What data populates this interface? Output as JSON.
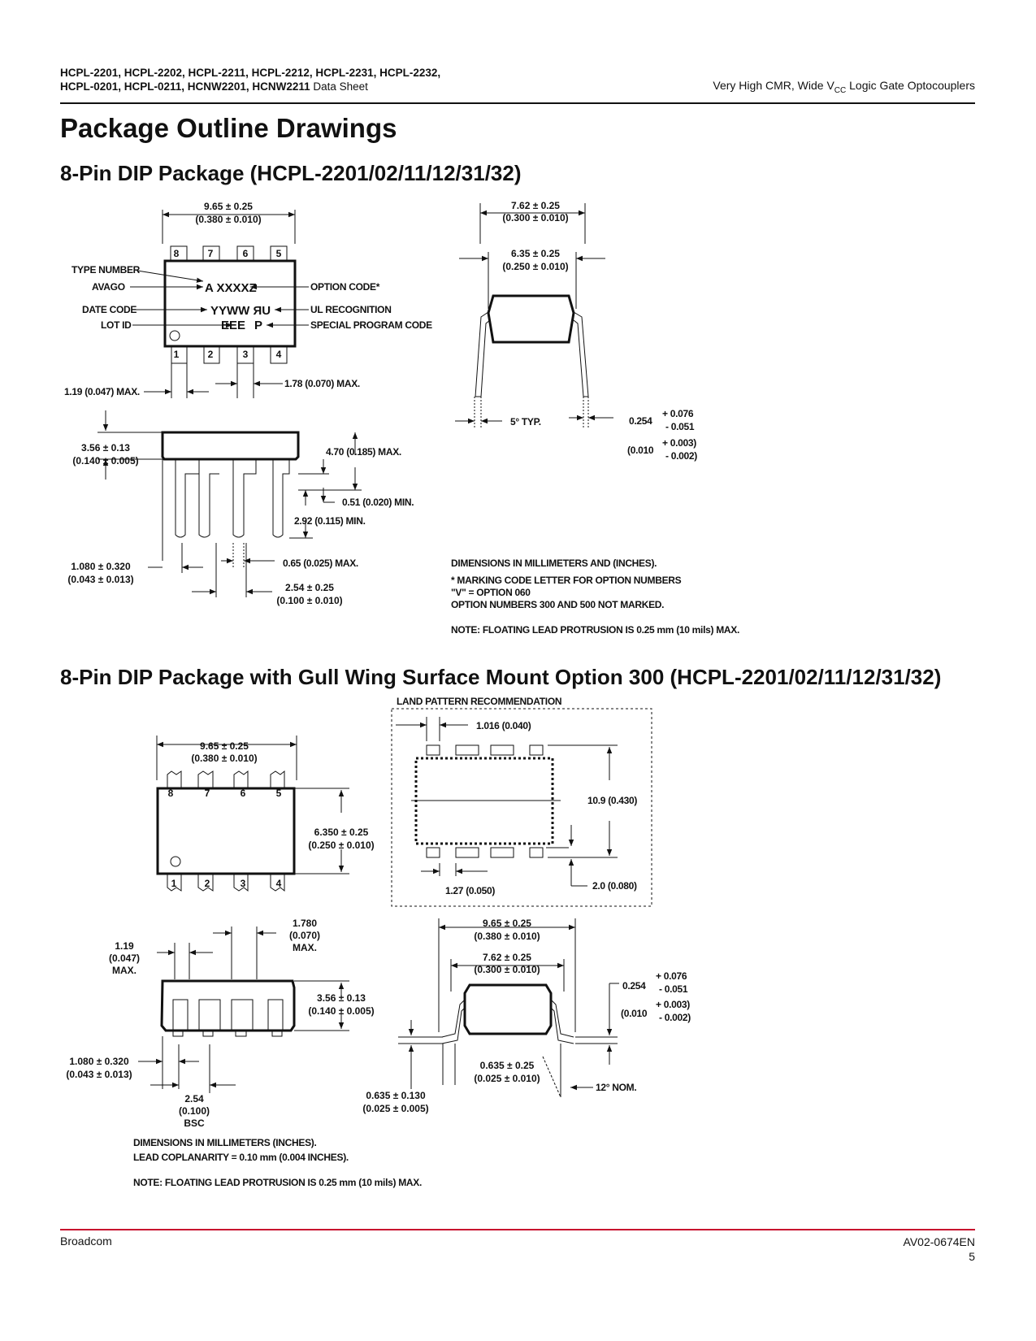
{
  "header": {
    "line1": "HCPL-2201, HCPL-2202, HCPL-2211, HCPL-2212, HCPL-2231, HCPL-2232,",
    "line2_bold": "HCPL-0201, HCPL-0211, HCNW2201, HCNW2211",
    "line2_rest": " Data Sheet",
    "right_pre": "Very High CMR, Wide V",
    "right_sub": "CC",
    "right_post": " Logic Gate Optocouplers"
  },
  "page_title": "Package Outline Drawings",
  "section1": {
    "heading": "8-Pin DIP Package (HCPL-2201/02/11/12/31/32)",
    "dims": {
      "width_top_mm": "9.65 ± 0.25",
      "width_top_in": "(0.380 ± 0.010)",
      "row_mm": "7.62 ± 0.25",
      "row_in": "(0.300 ± 0.010)",
      "body_mm": "6.35 ± 0.25",
      "body_in": "(0.250 ± 0.010)",
      "lead_max": "1.19 (0.047) MAX.",
      "lead_max2": "1.78 (0.070) MAX.",
      "height_mm": "3.56 ± 0.13",
      "height_in": "(0.140 ± 0.005)",
      "total_height": "4.70 (0.185) MAX.",
      "standoff": "0.51 (0.020) MIN.",
      "lead_len": "2.92 (0.115) MIN.",
      "lead_w_mm": "1.080 ± 0.320",
      "lead_w_in": "(0.043 ± 0.013)",
      "lead_tip": "0.65 (0.025) MAX.",
      "pitch_mm": "2.54 ± 0.25",
      "pitch_in": "(0.100 ± 0.010)",
      "angle": "5° TYP.",
      "thick": "0.254",
      "thick_plus": "+ 0.076",
      "thick_minus": "- 0.051",
      "thick_in": "(0.010",
      "thick_in_plus": "+ 0.003)",
      "thick_in_minus": "- 0.002)"
    },
    "marking": {
      "type_number": "TYPE NUMBER",
      "avago": "AVAGO",
      "date_code": "DATE CODE",
      "lot_id": "LOT ID",
      "line1": "A XXXXZ",
      "line2": "YYWW ЯU",
      "line3a": "EEE",
      "line3b": "P",
      "option_code": "OPTION CODE*",
      "ul": "UL RECOGNITION",
      "special": "SPECIAL PROGRAM CODE"
    },
    "pins_top": [
      "8",
      "7",
      "6",
      "5"
    ],
    "pins_bottom": [
      "1",
      "2",
      "3",
      "4"
    ],
    "notes": {
      "n1": "DIMENSIONS IN MILLIMETERS AND (INCHES).",
      "n2": "* MARKING CODE LETTER FOR OPTION NUMBERS",
      "n3": "\"V\" = OPTION 060",
      "n4": "OPTION NUMBERS 300 AND 500 NOT MARKED.",
      "n5": "NOTE: FLOATING LEAD PROTRUSION IS 0.25 mm (10 mils) MAX."
    }
  },
  "section2": {
    "heading": "8-Pin DIP Package with Gull Wing Surface Mount Option 300 (HCPL-2201/02/11/12/31/32)",
    "land": {
      "title": "LAND PATTERN RECOMMENDATION",
      "pad_w": "1.016 (0.040)",
      "span": "10.9 (0.430)",
      "pitch": "1.27 (0.050)",
      "pad_l": "2.0 (0.080)"
    },
    "dims": {
      "width_mm": "9.65 ± 0.25",
      "width_in": "(0.380 ± 0.010)",
      "body_mm": "6.350 ± 0.25",
      "body_in": "(0.250 ± 0.010)",
      "lead_a": "1.780",
      "lead_b": "(0.070)",
      "lead_c": "MAX.",
      "lw_a": "1.19",
      "lw_b": "(0.047)",
      "lw_c": "MAX.",
      "height_mm": "3.56 ± 0.13",
      "height_in": "(0.140 ± 0.005)",
      "lead_w_mm": "1.080 ± 0.320",
      "lead_w_in": "(0.043 ± 0.013)",
      "pitch_a": "2.54",
      "pitch_b": "(0.100)",
      "pitch_c": "BSC",
      "outer_mm": "9.65 ± 0.25",
      "outer_in": "(0.380 ± 0.010)",
      "row_mm": "7.62 ± 0.25",
      "row_in": "(0.300 ± 0.010)",
      "thick": "0.254",
      "thick_plus": "+ 0.076",
      "thick_minus": "- 0.051",
      "thick_in": "(0.010",
      "thick_in_plus": "+ 0.003)",
      "thick_in_minus": "- 0.002)",
      "foot_mm": "0.635 ± 0.25",
      "foot_in": "(0.025 ± 0.010)",
      "standoff_mm": "0.635 ± 0.130",
      "standoff_in": "(0.025 ± 0.005)",
      "angle": "12° NOM."
    },
    "pins_top": [
      "8",
      "7",
      "6",
      "5"
    ],
    "pins_bottom": [
      "1",
      "2",
      "3",
      "4"
    ],
    "notes": {
      "n1": "DIMENSIONS IN MILLIMETERS (INCHES).",
      "n2": "LEAD COPLANARITY = 0.10 mm (0.004 INCHES).",
      "n3": "NOTE: FLOATING LEAD PROTRUSION IS 0.25 mm (10 mils) MAX."
    }
  },
  "footer": {
    "company": "Broadcom",
    "doc_id": "AV02-0674EN",
    "page": "5"
  }
}
